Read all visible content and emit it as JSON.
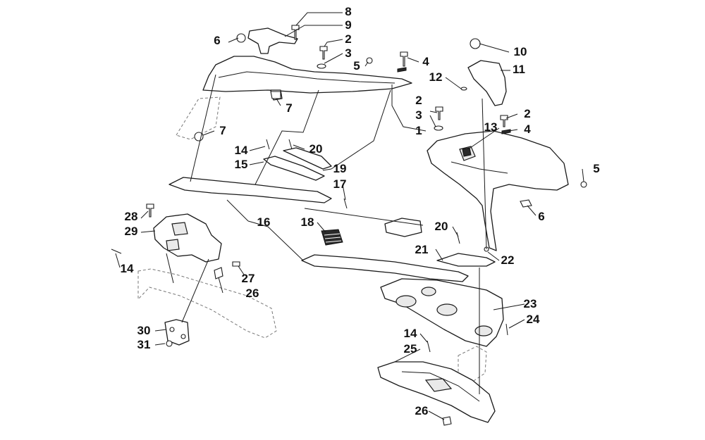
{
  "diagram": {
    "callouts": [
      {
        "id": "c8",
        "label": "8"
      },
      {
        "id": "c9",
        "label": "9"
      },
      {
        "id": "c6a",
        "label": "6"
      },
      {
        "id": "c2a",
        "label": "2"
      },
      {
        "id": "c3a",
        "label": "3"
      },
      {
        "id": "c5a",
        "label": "5"
      },
      {
        "id": "c4a",
        "label": "4"
      },
      {
        "id": "c10",
        "label": "10"
      },
      {
        "id": "c11",
        "label": "11"
      },
      {
        "id": "c12",
        "label": "12"
      },
      {
        "id": "c7a",
        "label": "7"
      },
      {
        "id": "c7b",
        "label": "7"
      },
      {
        "id": "c2b",
        "label": "2"
      },
      {
        "id": "c3b",
        "label": "3"
      },
      {
        "id": "c1",
        "label": "1"
      },
      {
        "id": "c2c",
        "label": "2"
      },
      {
        "id": "c13",
        "label": "13"
      },
      {
        "id": "c4b",
        "label": "4"
      },
      {
        "id": "c14a",
        "label": "14"
      },
      {
        "id": "c20a",
        "label": "20"
      },
      {
        "id": "c15",
        "label": "15"
      },
      {
        "id": "c19",
        "label": "19"
      },
      {
        "id": "c5b",
        "label": "5"
      },
      {
        "id": "c17",
        "label": "17"
      },
      {
        "id": "c6b",
        "label": "6"
      },
      {
        "id": "c28",
        "label": "28"
      },
      {
        "id": "c29",
        "label": "29"
      },
      {
        "id": "c16",
        "label": "16"
      },
      {
        "id": "c18",
        "label": "18"
      },
      {
        "id": "c20b",
        "label": "20"
      },
      {
        "id": "c21",
        "label": "21"
      },
      {
        "id": "c22",
        "label": "22"
      },
      {
        "id": "c14b",
        "label": "14"
      },
      {
        "id": "c27",
        "label": "27"
      },
      {
        "id": "c26a",
        "label": "26"
      },
      {
        "id": "c23",
        "label": "23"
      },
      {
        "id": "c24",
        "label": "24"
      },
      {
        "id": "c30",
        "label": "30"
      },
      {
        "id": "c31",
        "label": "31"
      },
      {
        "id": "c14c",
        "label": "14"
      },
      {
        "id": "c25",
        "label": "25"
      },
      {
        "id": "c26b",
        "label": "26"
      }
    ]
  }
}
